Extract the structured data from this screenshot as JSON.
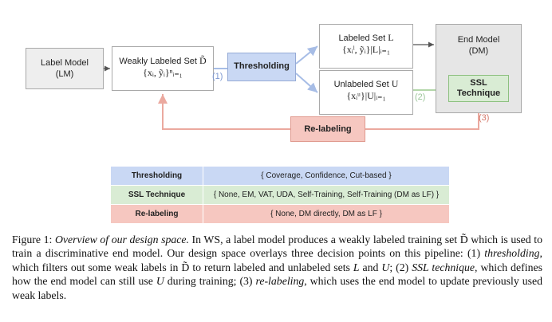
{
  "diagram": {
    "label_model": {
      "line1": "Label Model",
      "line2": "(LM)"
    },
    "weakly_labeled": {
      "title": "Weakly Labeled Set ",
      "symbol": "D̃",
      "formula": "{xᵢ, ỹᵢ}ⁿᵢ₌₁"
    },
    "thresholding": {
      "label": "Thresholding"
    },
    "labeled_set": {
      "title": "Labeled Set ",
      "symbol": "L",
      "formula": "{xᵢˡ, ỹᵢ}|L|ᵢ₌₁"
    },
    "unlabeled_set": {
      "title": "Unlabeled Set ",
      "symbol": "U",
      "formula": "{xᵢᵘ}|U|ᵢ₌₁"
    },
    "end_model": {
      "line1": "End Model",
      "line2": "(DM)"
    },
    "ssl": {
      "line1": "SSL",
      "line2": "Technique"
    },
    "relabeling": {
      "label": "Re-labeling"
    },
    "step_labels": {
      "one": "(1)",
      "two": "(2)",
      "three": "(3)"
    },
    "colors": {
      "thresholding": "#c9d8f4",
      "ssl": "#d9ecd4",
      "relabeling": "#f6c7c0",
      "end_model": "#e6e6e6"
    }
  },
  "design_space": [
    {
      "key": "Thresholding",
      "value": "{ Coverage, Confidence, Cut-based }"
    },
    {
      "key": "SSL Technique",
      "value": "{ None, EM, VAT, UDA, Self-Training, Self-Training (DM as LF) }"
    },
    {
      "key": "Re-labeling",
      "value": "{ None, DM directly, DM as LF }"
    }
  ],
  "caption": {
    "prefix": "Figure 1: ",
    "italic_title": "Overview of our design space.",
    "s1": " In WS, a label model produces a weakly labeled training set ",
    "d": "D̃",
    "s2": " which is used to train a discriminative end model. Our design space overlays three decision points on this pipeline: (1) ",
    "thresholding": "thresholding",
    "s3": ", which filters out some weak labels in ",
    "s4": " to return labeled and unlabeled sets ",
    "L": "L",
    "and": " and ",
    "U": "U",
    "s5": "; (2) ",
    "ssl": "SSL technique",
    "s6": ", which defines how the end model can still use ",
    "s7": " during training; (3) ",
    "relabeling": "re-labeling",
    "s8": ", which uses the end model to update previously used weak labels."
  }
}
